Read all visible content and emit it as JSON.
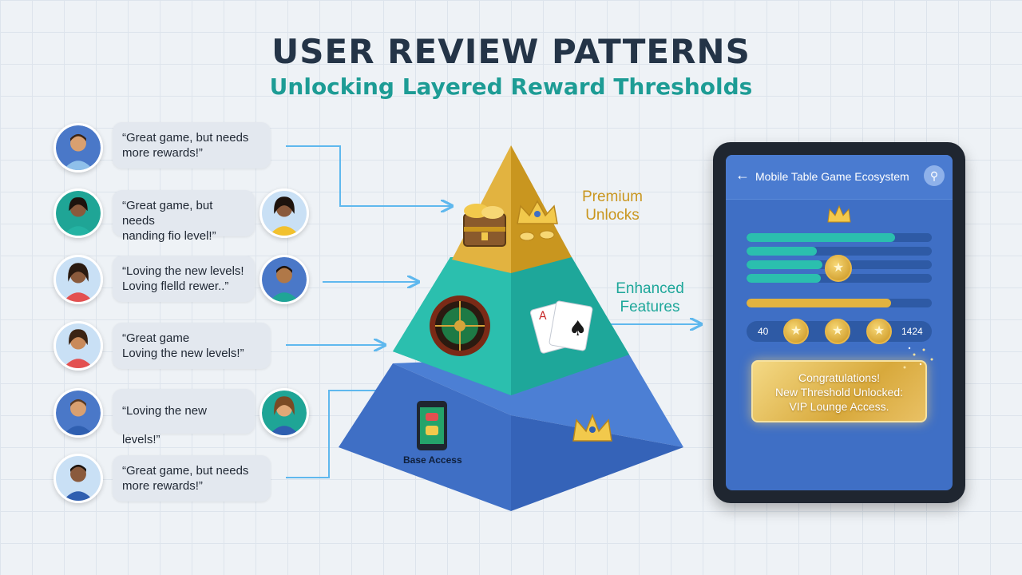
{
  "header": {
    "title": "USER REVIEW PATTERNS",
    "subtitle": "Unlocking Layered Reward Thresholds"
  },
  "reviews": [
    {
      "text": "“Great game, but needs\nmore rewards!”"
    },
    {
      "text": "“Great game, but needs\nnanding fio level!”"
    },
    {
      "text": "“Loving the new levels!\nLoving flelld rewer..”"
    },
    {
      "text": "“Great game\nLoving the new levels!”"
    },
    {
      "text": "“Loving the new levels!”"
    },
    {
      "text": "“Great game, but needs\nmore rewards!”"
    }
  ],
  "pyramid": {
    "tiers": [
      {
        "label": "Premium\nUnlocks",
        "icons": [
          "treasure-chest-icon",
          "crown-icon",
          "coins-icon"
        ]
      },
      {
        "label": "Enhanced\nFeatures",
        "icons": [
          "roulette-wheel-icon",
          "playing-cards-icon"
        ]
      },
      {
        "label": "Base Access",
        "icons": [
          "smartphone-icon",
          "crown-icon"
        ]
      }
    ]
  },
  "tablet": {
    "title": "Mobile Table Game Ecosystem",
    "progress": [
      0.8,
      0.38,
      0.41,
      0.4,
      0.78
    ],
    "medal_row": {
      "left_value": "40",
      "right_value": "1424"
    },
    "congrats": "Congratulations!\nNew Threshold Unlocked:\nVIP Lounge Access."
  },
  "colors": {
    "title": "#243447",
    "subtitle": "#1d9c95",
    "premium": "#c9961f",
    "enhanced": "#1ea79a",
    "base": "#3f6fc5",
    "connector": "#5fb8ee"
  }
}
